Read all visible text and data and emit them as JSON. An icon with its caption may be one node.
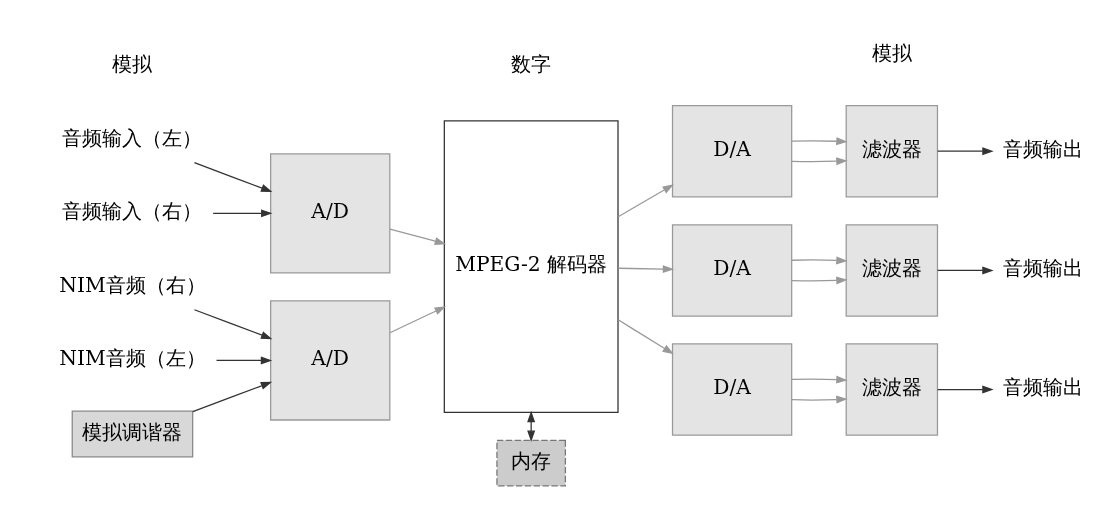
{
  "diagram": {
    "nodes": [
      {
        "text": [
          "音频输入（右）"
        ]
      },
      {
        "text": [
          "音频输入（左）"
        ]
      },
      {
        "text": [
          "NIM音频（右）"
        ]
      },
      {
        "text": [
          "NIM音频（左）"
        ]
      },
      {
        "text": [
          "模拟调谐器"
        ]
      },
      {
        "text": [
          "A/D"
        ]
      },
      {
        "text": [
          "A/D"
        ]
      },
      {
        "text": [
          "MPEG-2 解码器"
        ]
      },
      {
        "text": [
          "内存"
        ]
      },
      {
        "text": [
          "D/A"
        ]
      },
      {
        "text": [
          "D/A"
        ]
      },
      {
        "text": [
          "D/A"
        ]
      },
      {
        "text": [
          "滤波器"
        ]
      },
      {
        "text": [
          "滤波器"
        ]
      },
      {
        "text": [
          "滤波器"
        ]
      },
      {
        "text": [
          "音频输出"
        ]
      },
      {
        "text": [
          "音频输出"
        ]
      },
      {
        "text": [
          "音频输出"
        ]
      }
    ],
    "edges": [
      {
        "from": 0,
        "to": 5,
        "arrow": "to",
        "color": "#333333"
      },
      {
        "from": 1,
        "to": 5,
        "arrow": "to",
        "color": "#333333"
      },
      {
        "from": 2,
        "to": 6,
        "arrow": "to",
        "color": "#333333"
      },
      {
        "from": 3,
        "to": 6,
        "arrow": "to",
        "color": "#333333"
      },
      {
        "from": 4,
        "to": 6,
        "arrow": "to",
        "color": "#333333"
      },
      {
        "from": 5,
        "to": 7,
        "arrow": "to"
      },
      {
        "from": 6,
        "to": 7,
        "arrow": "to"
      },
      {
        "from": 7,
        "to": 8,
        "arrow": "both",
        "color": "#333333"
      },
      {
        "from": 7,
        "to": 9,
        "arrow": "to"
      },
      {
        "from": 7,
        "to": 10,
        "arrow": "to"
      },
      {
        "from": 7,
        "to": 11,
        "arrow": "to"
      },
      {
        "from": 9,
        "to": 12,
        "arrow": "to"
      },
      {
        "from": 9,
        "to": 12,
        "arrow": "to"
      },
      {
        "from": 10,
        "to": 13,
        "arrow": "to"
      },
      {
        "from": 10,
        "to": 13,
        "arrow": "to"
      },
      {
        "from": 11,
        "to": 14,
        "arrow": "to"
      },
      {
        "from": 11,
        "to": 14,
        "arrow": "to"
      },
      {
        "from": 12,
        "to": 15,
        "arrow": "to",
        "color": "#333333"
      },
      {
        "from": 13,
        "to": 16,
        "arrow": "to",
        "color": "#333333"
      },
      {
        "from": 14,
        "to": 17,
        "arrow": "to",
        "color": "#333333"
      }
    ],
    "labels": [
      "模拟",
      "数字",
      "模拟"
    ]
  }
}
